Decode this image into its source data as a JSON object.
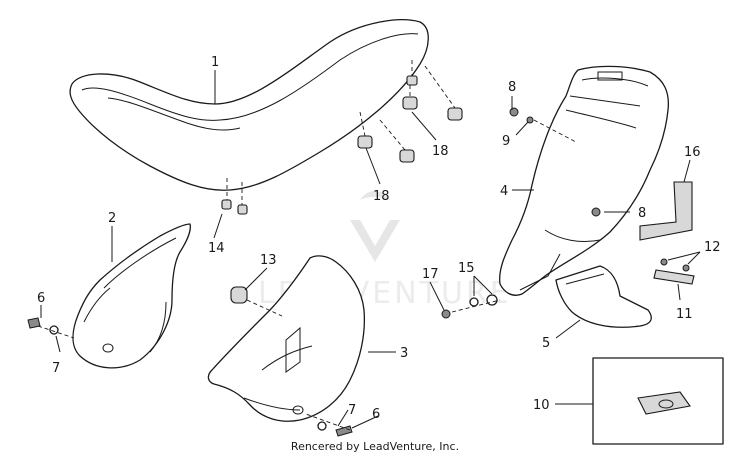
{
  "watermark": "LEADVENTURE",
  "credit": "Rencered by LeadVenture, Inc.",
  "callouts": [
    {
      "id": "c1",
      "label": "1"
    },
    {
      "id": "c2",
      "label": "2"
    },
    {
      "id": "c3",
      "label": "3"
    },
    {
      "id": "c4",
      "label": "4"
    },
    {
      "id": "c5",
      "label": "5"
    },
    {
      "id": "c6a",
      "label": "6"
    },
    {
      "id": "c6b",
      "label": "6"
    },
    {
      "id": "c7a",
      "label": "7"
    },
    {
      "id": "c7b",
      "label": "7"
    },
    {
      "id": "c8a",
      "label": "8"
    },
    {
      "id": "c8b",
      "label": "8"
    },
    {
      "id": "c9",
      "label": "9"
    },
    {
      "id": "c10",
      "label": "10"
    },
    {
      "id": "c11",
      "label": "11"
    },
    {
      "id": "c12",
      "label": "12"
    },
    {
      "id": "c13",
      "label": "13"
    },
    {
      "id": "c14",
      "label": "14"
    },
    {
      "id": "c15",
      "label": "15"
    },
    {
      "id": "c16",
      "label": "16"
    },
    {
      "id": "c17",
      "label": "17"
    },
    {
      "id": "c18a",
      "label": "18"
    },
    {
      "id": "c18b",
      "label": "18"
    }
  ]
}
